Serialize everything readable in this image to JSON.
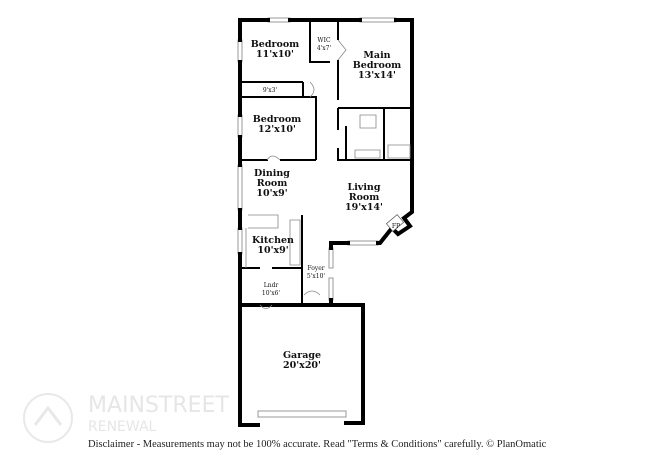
{
  "rooms": {
    "bedroom1": {
      "name": "Bedroom",
      "size": "11'x10'"
    },
    "wic": {
      "name": "WIC",
      "size": "4'x7'"
    },
    "main_bedroom": {
      "name1": "Main",
      "name2": "Bedroom",
      "size": "13'x14'"
    },
    "closet": {
      "size": "9'x3'"
    },
    "bedroom2": {
      "name": "Bedroom",
      "size": "12'x10'"
    },
    "dining": {
      "name1": "Dining",
      "name2": "Room",
      "size": "10'x9'"
    },
    "living": {
      "name1": "Living",
      "name2": "Room",
      "size": "19'x14'"
    },
    "fireplace": {
      "name": "FP"
    },
    "kitchen": {
      "name": "Kitchen",
      "size": "10'x9'"
    },
    "foyer": {
      "name": "Foyer",
      "size": "5'x10'"
    },
    "laundry": {
      "name": "Lndr",
      "size": "10'x6'"
    },
    "garage": {
      "name": "Garage",
      "size": "20'x20'"
    }
  },
  "watermark": {
    "line1": "MAINSTREET",
    "line2": "RENEWAL"
  },
  "disclaimer": "Disclaimer - Measurements may not be 100% accurate. Read \"Terms & Conditions\" carefully. © PlanOmatic"
}
